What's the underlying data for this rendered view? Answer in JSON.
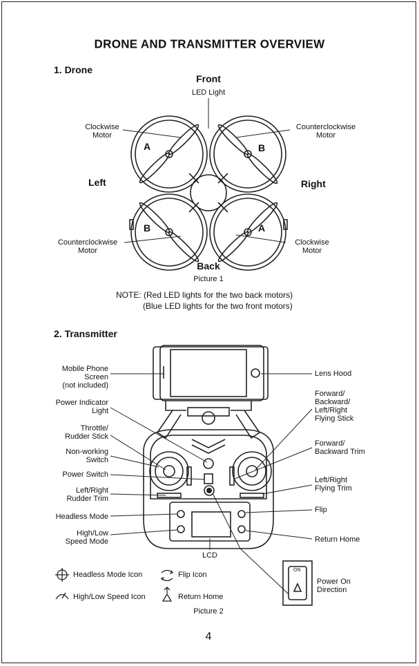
{
  "title": "DRONE AND TRANSMITTER OVERVIEW",
  "drone": {
    "heading": "1. Drone",
    "front": "Front",
    "back": "Back",
    "left": "Left",
    "right": "Right",
    "led_light": "LED Light",
    "cw_motor_top_line1": "Clockwise",
    "cw_motor_top_line2": "Motor",
    "ccw_motor_top_line1": "Counterclockwise",
    "ccw_motor_top_line2": "Motor",
    "ccw_motor_bottom_line1": "Counterclockwise",
    "ccw_motor_bottom_line2": "Motor",
    "cw_motor_bottom_line1": "Clockwise",
    "cw_motor_bottom_line2": "Motor",
    "prop_labels": [
      "A",
      "B",
      "B",
      "A"
    ],
    "caption": "Picture 1",
    "note_line1": "NOTE:  (Red LED lights for the two back motors)",
    "note_line2": "(Blue LED lights for the two front motors)"
  },
  "transmitter": {
    "heading": "2. Transmitter",
    "left_labels": {
      "phone_1": "Mobile Phone",
      "phone_2": "Screen",
      "phone_3": "(not included)",
      "power_ind_1": "Power Indicator",
      "power_ind_2": "Light",
      "throttle_1": "Throttle/",
      "throttle_2": "Rudder Stick",
      "nonwork_1": "Non-working",
      "nonwork_2": "Switch",
      "power_switch": "Power Switch",
      "lr_rudder_1": "Left/Right",
      "lr_rudder_2": "Rudder Trim",
      "headless": "Headless Mode",
      "speed_1": "High/Low",
      "speed_2": "Speed Mode"
    },
    "right_labels": {
      "lens_hood": "Lens Hood",
      "fwd_1": "Forward/",
      "fwd_2": "Backward/",
      "fwd_3": "Left/Right",
      "fwd_4": "Flying Stick",
      "fbtrim_1": "Forward/",
      "fbtrim_2": "Backward Trim",
      "lrtrim_1": "Left/Right",
      "lrtrim_2": "Flying Trim",
      "flip": "Flip",
      "return_home": "Return Home",
      "power_on_1": "Power On",
      "power_on_2": "Direction",
      "on": "ON"
    },
    "lcd": "LCD",
    "legend": {
      "headless_icon": "Headless Mode Icon",
      "flip_icon": "Flip Icon",
      "speed_icon": "High/Low Speed Icon",
      "return_icon": "Return Home"
    },
    "caption": "Picture 2"
  },
  "page_number": "4"
}
